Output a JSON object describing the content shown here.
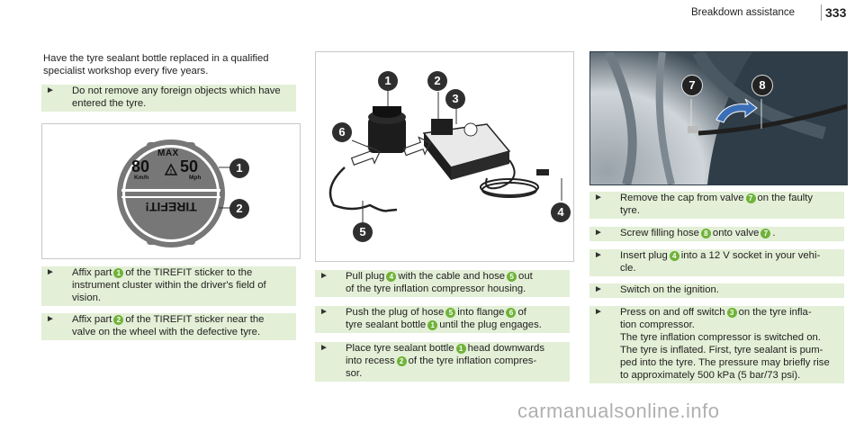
{
  "header": {
    "title": "Breakdown assistance",
    "page": "333"
  },
  "col1": {
    "intro": [
      "Have the tyre sealant bottle replaced in a qualified",
      "specialist workshop every five years."
    ],
    "b1": [
      "Do not remove any foreign objects which have",
      "entered the tyre."
    ],
    "b2": {
      "l1a": "Affix part",
      "n1": "1",
      "l1b": "of the TIREFIT sticker to the",
      "l2": "instrument cluster within the driver's field of",
      "l3": "vision."
    },
    "b3": {
      "l1a": "Affix part",
      "n1": "2",
      "l1b": "of the TIREFIT sticker near the",
      "l2": "valve on the wheel with the defective tyre."
    },
    "fig": {
      "max": "MAX",
      "kmh_value": "80",
      "mph_value": "50",
      "kmh": "Km/h",
      "mph": "Mph",
      "tirefit": "TIREFIT!",
      "callouts": [
        "1",
        "2"
      ]
    }
  },
  "col2": {
    "fig": {
      "callouts": [
        "1",
        "2",
        "3",
        "6",
        "5",
        "4"
      ]
    },
    "b1": {
      "l1a": "Pull plug",
      "n1": "4",
      "l1b": "with the cable and hose",
      "n2": "5",
      "l1c": "out",
      "l2": "of the tyre inflation compressor housing."
    },
    "b2": {
      "l1a": "Push the plug of hose",
      "n1": "5",
      "l1b": "into flange",
      "n2": "6",
      "l1c": "of",
      "l2a": "tyre sealant bottle",
      "n3": "1",
      "l2b": "until the plug engages."
    },
    "b3": {
      "l1a": "Place tyre sealant bottle",
      "n1": "1",
      "l1b": "head downwards",
      "l2a": "into recess",
      "n2": "2",
      "l2b": "of the tyre inflation compres-",
      "l3": "sor."
    }
  },
  "col3": {
    "fig": {
      "callouts": [
        "7",
        "8"
      ]
    },
    "b1": {
      "l1a": "Remove the cap from valve",
      "n1": "7",
      "l1b": "on the faulty",
      "l2": "tyre."
    },
    "b2": {
      "l1a": "Screw filling hose",
      "n1": "8",
      "l1b": "onto valve",
      "n2": "7",
      "l1c": "."
    },
    "b3": {
      "l1a": "Insert plug",
      "n1": "4",
      "l1b": "into a 12 V socket in your vehi-",
      "l2": "cle."
    },
    "b4": {
      "l1": "Switch on the ignition."
    },
    "b5": {
      "l1a": "Press on and off switch",
      "n1": "3",
      "l1b": "on the tyre infla-",
      "l2": "tion compressor.",
      "l3": "The tyre inflation compressor is switched on.",
      "l4": "The tyre is inflated. First, tyre sealant is pum-",
      "l5": "ped into the tyre. The pressure may briefly rise",
      "l6": "to approximately 500 kPa (5 bar/73 psi)."
    }
  },
  "watermark": "carmanualsonline.info",
  "colors": {
    "bullet_bg": "#e3efd6",
    "badge": "#6fb339",
    "callout": "#2f2f2f",
    "photo_bg": "#2b3a46"
  }
}
